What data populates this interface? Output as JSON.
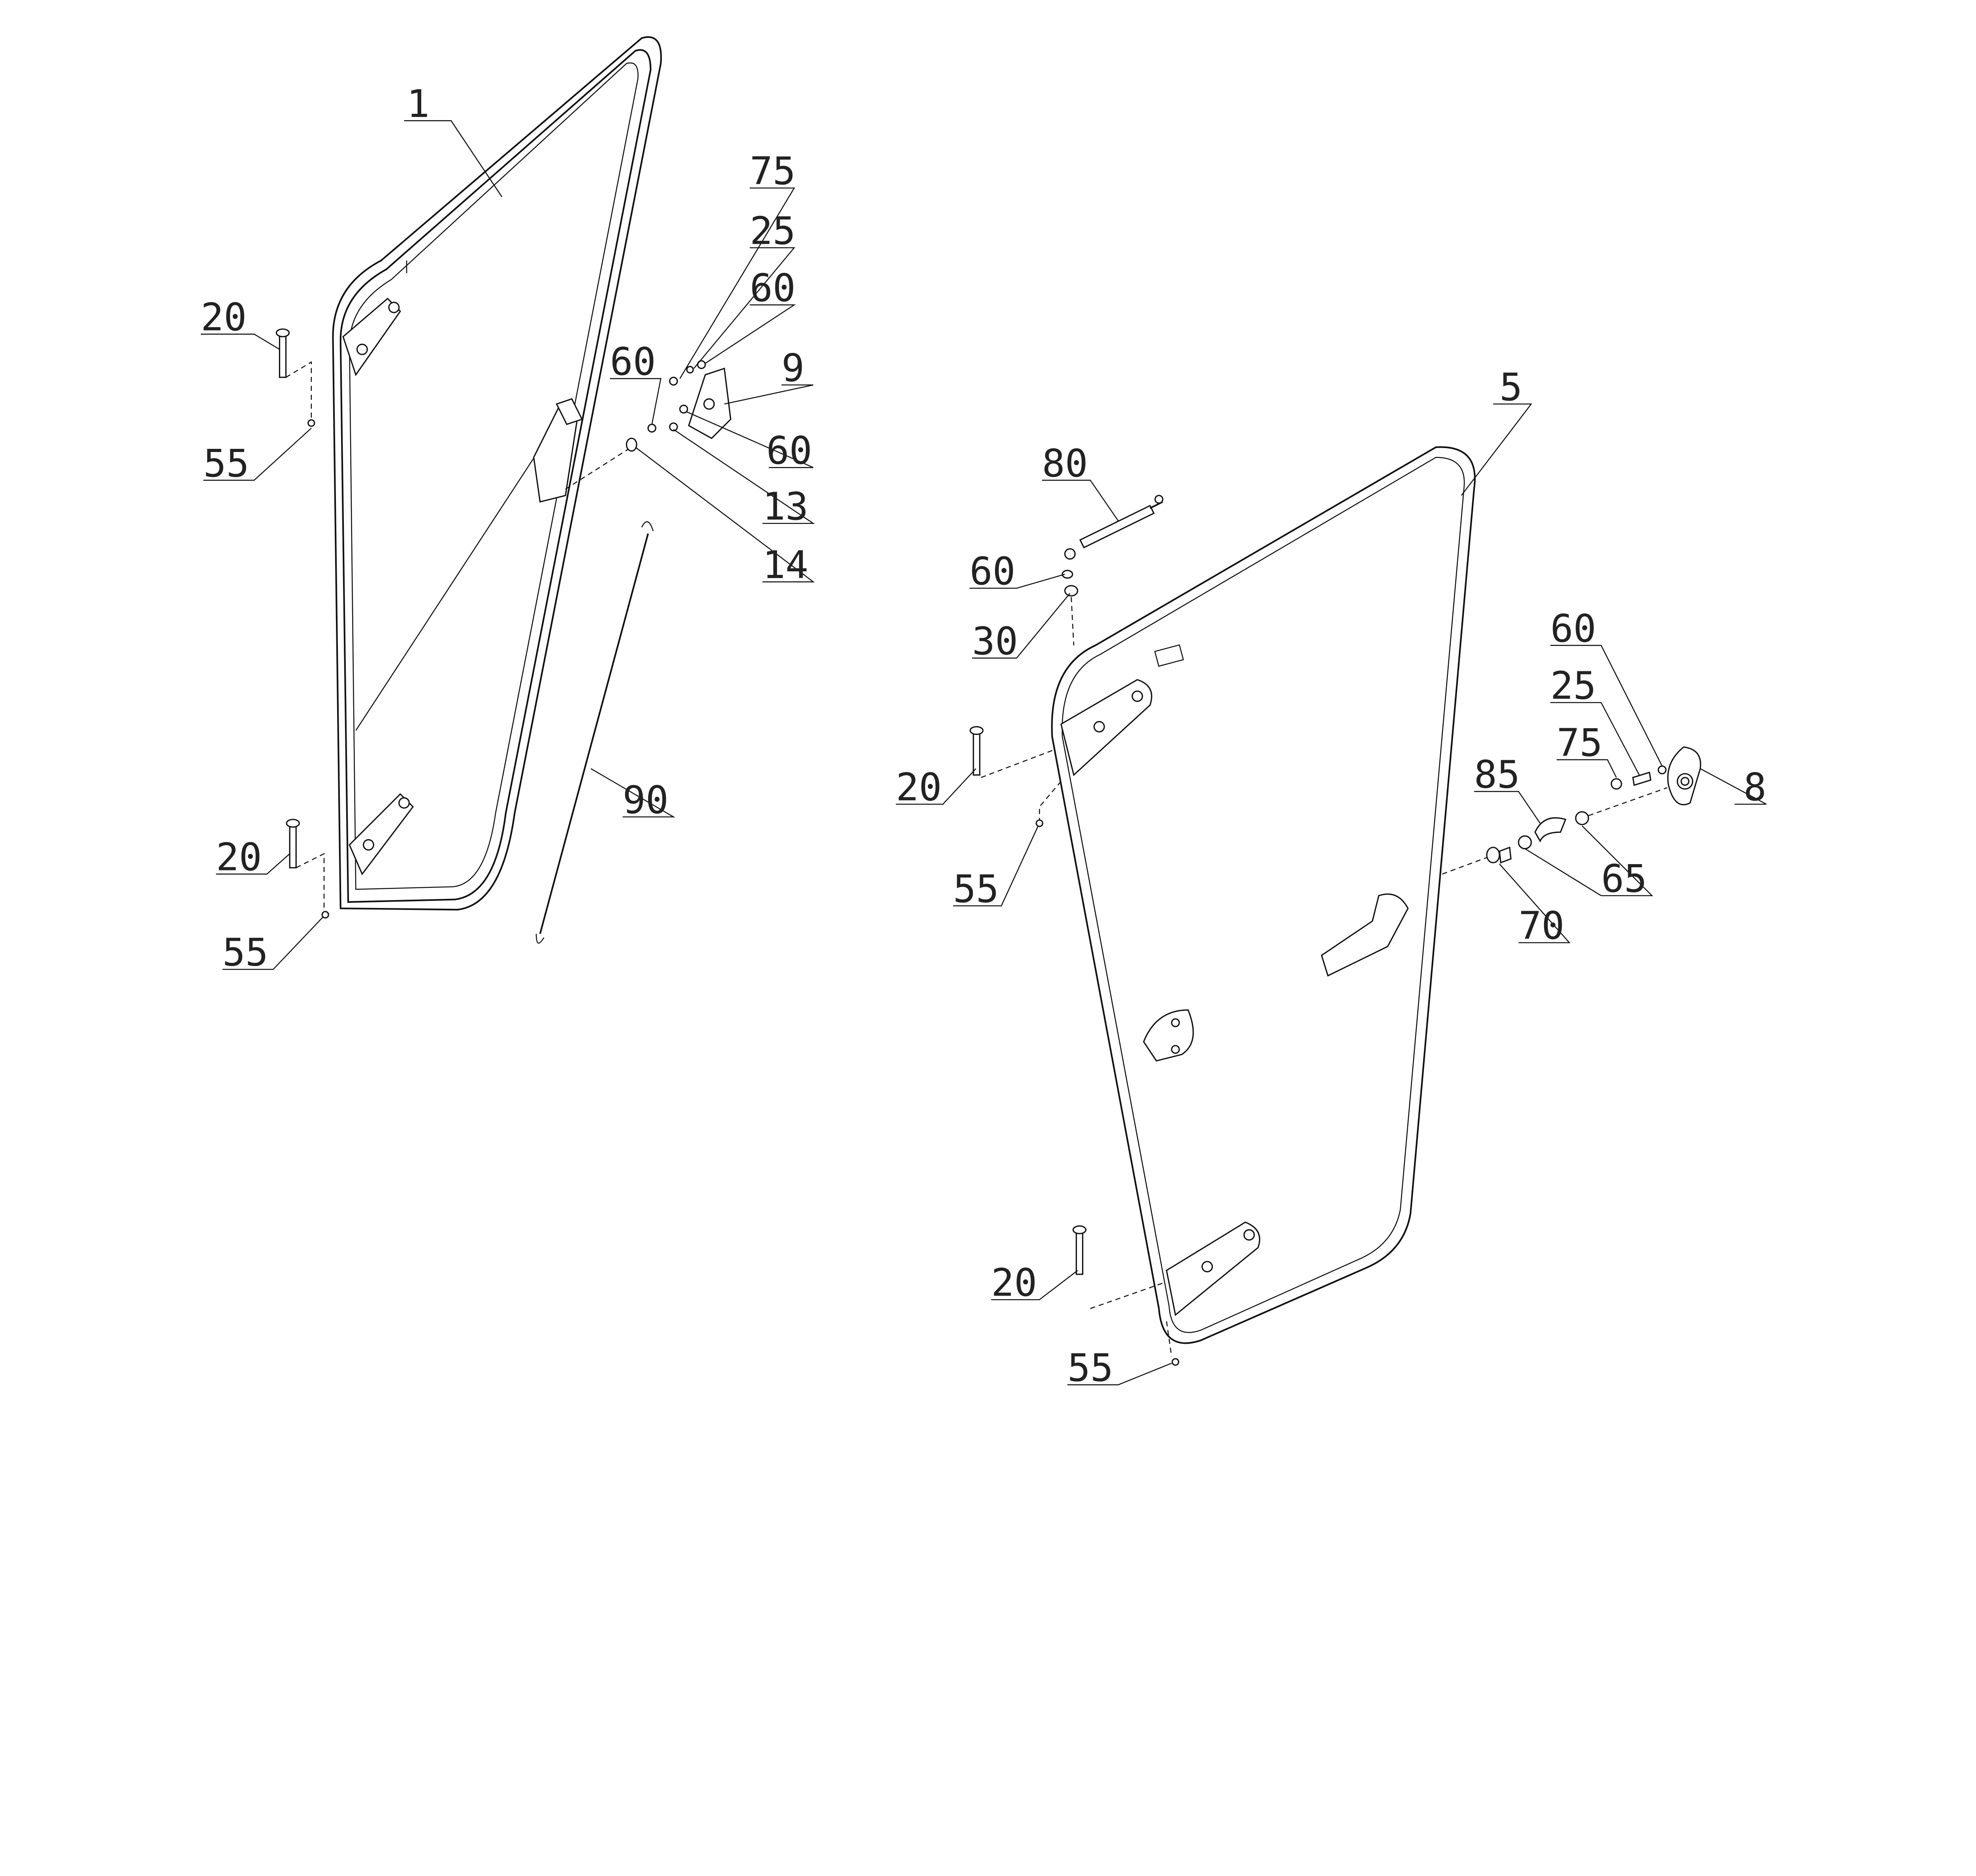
{
  "left_door": {
    "callouts": [
      "1",
      "20",
      "55",
      "75",
      "25",
      "60",
      "9",
      "60",
      "60",
      "13",
      "14",
      "90",
      "20",
      "55"
    ]
  },
  "right_door": {
    "callouts": [
      "5",
      "80",
      "60",
      "30",
      "60",
      "25",
      "75",
      "85",
      "8",
      "20",
      "55",
      "65",
      "70",
      "20",
      "55"
    ]
  }
}
